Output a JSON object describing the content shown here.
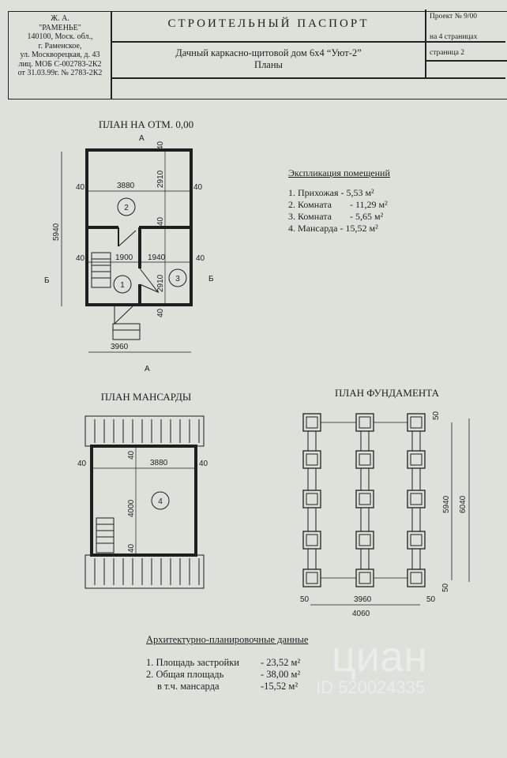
{
  "header": {
    "org_lines": [
      "Ж. А.",
      "\"РАМЕНЬЕ\"",
      "140100, Моск. обл.,",
      "г. Раменское,",
      "ул. Москворецкая, д. 43",
      "лиц. МОБ С-002783-2К2",
      "от 31.03.99г. № 2783-2К2"
    ],
    "title": "СТРОИТЕЛЬНЫЙ ПАСПОРТ",
    "subtitle": "Дачный каркасно-щитовой дом 6х4 “Уют-2”",
    "subtitle2": "Планы",
    "project": "Проект № 9/00",
    "pages_total": "на 4 страницах",
    "page": "страница 2"
  },
  "ground_plan": {
    "title": "ПЛАН НА ОТМ. 0,00",
    "dims": {
      "total_length": "5940",
      "width_inner": "3880",
      "room_depth_top": "2910",
      "room_depth_bottom": "2910",
      "left_width": "1900",
      "right_width": "1940",
      "total_width": "3960",
      "wall": "40"
    },
    "section_a": "А",
    "section_b": "Б",
    "rooms": [
      "1",
      "2",
      "3"
    ]
  },
  "explication": {
    "title": "Экспликация помещений",
    "items": [
      {
        "label": "1. Прихожая",
        "value": "- 5,53 м²"
      },
      {
        "label": "2. Комната",
        "value": "- 11,29 м²"
      },
      {
        "label": "3. Комната",
        "value": "- 5,65 м²"
      },
      {
        "label": "4. Мансарда",
        "value": "- 15,52 м²"
      }
    ]
  },
  "attic_plan": {
    "title": "ПЛАН МАНСАРДЫ",
    "dims": {
      "width_inner": "3880",
      "depth": "4000",
      "wall": "40"
    },
    "room": "4"
  },
  "foundation_plan": {
    "title": "ПЛАН ФУНДАМЕНТА",
    "dims": {
      "inner_length": "5940",
      "total_length": "6040",
      "inner_width": "3960",
      "total_width": "4060",
      "offset": "50"
    }
  },
  "arch_data": {
    "title": "Архитектурно-планировочные данные",
    "items": [
      {
        "label": "1. Площадь застройки",
        "value": "- 23,52 м²"
      },
      {
        "label": "2. Общая площадь",
        "value": "- 38,00 м²"
      },
      {
        "label": "в т.ч. мансарда",
        "value": "-15,52 м²"
      }
    ]
  },
  "watermark": {
    "brand": "циан",
    "id": "ID 520024335"
  }
}
